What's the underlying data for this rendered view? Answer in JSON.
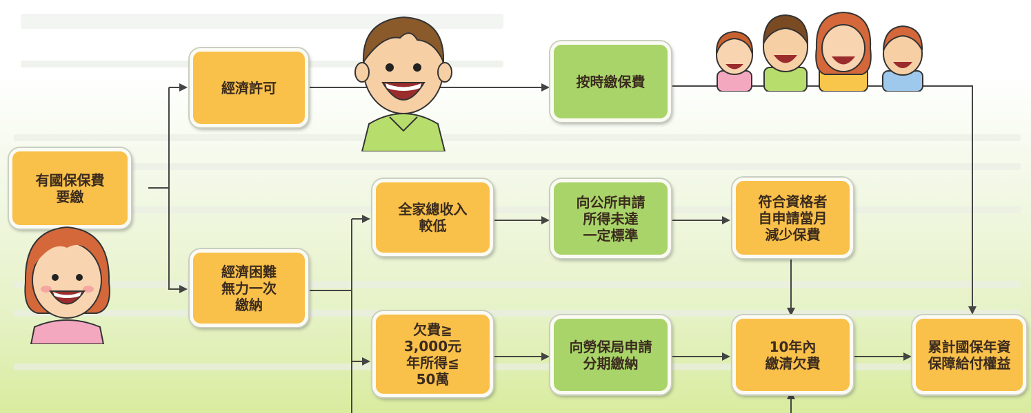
{
  "nodes": {
    "start": "有國保保費\n要繳",
    "economic_ok": "經濟許可",
    "on_time": "按時繳保費",
    "economic_hard": "經濟困難\n無力一次\n繳納",
    "low_income": "全家總收入\n較低",
    "apply_town": "向公所申請\n所得未達\n一定標準",
    "qualified": "符合資格者\n自申請當月\n減少保費",
    "debt_condition": "欠費≧\n3,000元\n年所得≦\n50萬",
    "apply_bli": "向勞保局申請\n分期繳納",
    "pay_10y": "10年內\n繳清欠費",
    "result": "累計國保年資\n保障給付權益"
  },
  "colors": {
    "orange_box": "#f9c04a",
    "green_box": "#a9d46a",
    "connector": "#444444"
  }
}
